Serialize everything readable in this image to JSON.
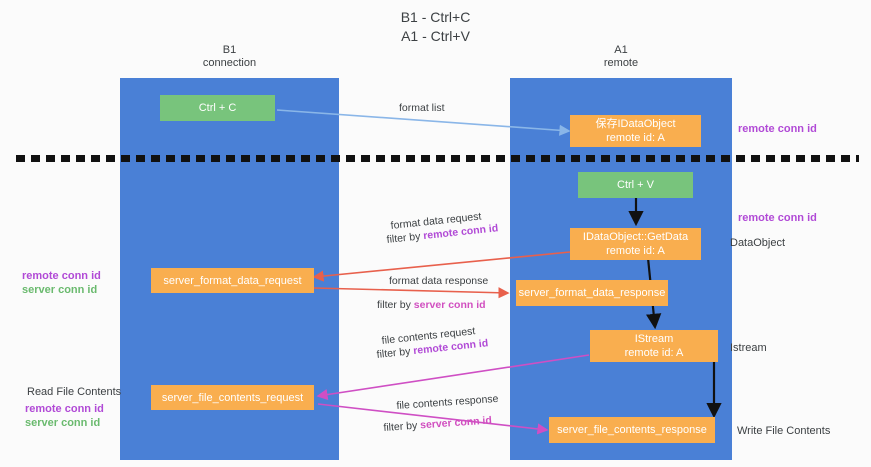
{
  "title": "B1 - Ctrl+C\nA1 - Ctrl+V",
  "columns": {
    "left": {
      "header": "B1\nconnection"
    },
    "right": {
      "header": "A1\nremote"
    }
  },
  "colors": {
    "lane": "#4a80d6",
    "green_box": "#78c47c",
    "orange_box": "#f9ae4f",
    "purple_text": "#b14ad6",
    "green_text": "#6aba6e",
    "pink_text": "#d14fc0",
    "arrow_blue": "#8ab6e8",
    "arrow_red": "#e8604c",
    "arrow_pink": "#cf4fc4",
    "arrow_black": "#111111",
    "divider": "#111111"
  },
  "boxes": {
    "ctrl_c": "Ctrl + C",
    "save_idataobject": "保存IDataObject\nremote id: A",
    "ctrl_v": "Ctrl + V",
    "idataobject_getdata": "IDataObject::GetData\nremote id: A",
    "server_format_data_request": "server_format_data_request",
    "server_format_data_response": "server_format_data_response",
    "istream": "IStream\nremote id: A",
    "server_file_contents_request": "server_file_contents_request",
    "server_file_contents_response": "server_file_contents_response"
  },
  "captions": {
    "format_list": "format list",
    "format_data_request": "format data request",
    "format_data_request_filter_prefix": "filter by ",
    "format_data_request_filter_value": "remote conn id",
    "format_data_response": "format data response",
    "format_data_response_filter_prefix": "filter by ",
    "format_data_response_filter_value": "server conn id",
    "file_contents_request": "file contents request",
    "file_contents_request_filter_prefix": "filter by ",
    "file_contents_request_filter_value": "remote conn id",
    "file_contents_response": "file contents response",
    "file_contents_response_filter_prefix": "filter by ",
    "file_contents_response_filter_value": "server conn id"
  },
  "side_labels": {
    "right_remote_conn_id_top": "remote conn id",
    "right_remote_conn_id_mid": "remote conn id",
    "right_dataobject": "DataObject",
    "right_istream": "Istream",
    "right_write_file_contents": "Write File Contents",
    "left_remote_conn_id": "remote conn id",
    "left_server_conn_id": "server conn id",
    "left_read_file_contents": "Read File Contents",
    "left_remote_conn_id_bottom": "remote conn id",
    "left_server_conn_id_bottom": "server conn id"
  }
}
